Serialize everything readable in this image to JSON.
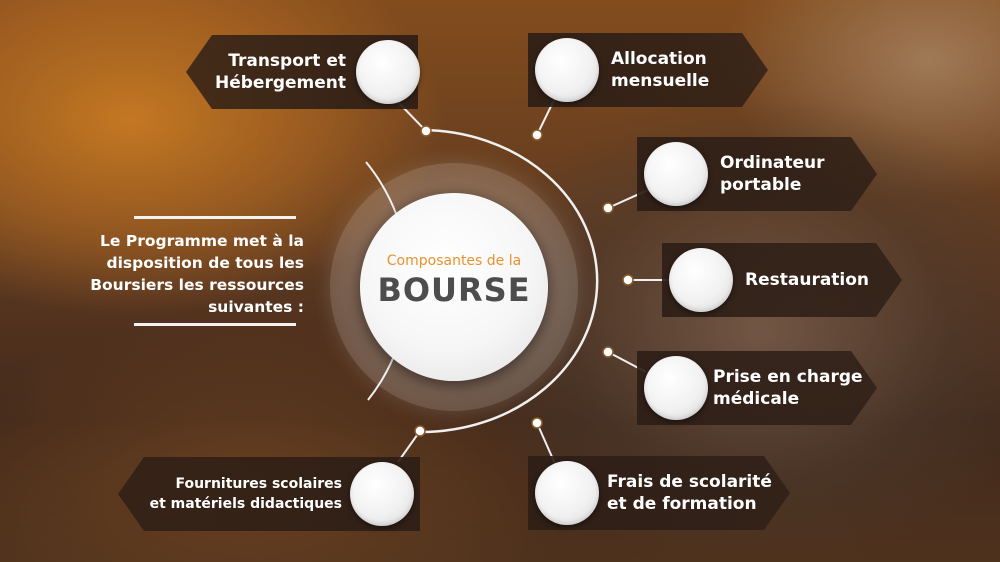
{
  "center": {
    "subtitle": "Composantes de la",
    "title": "BOURSE"
  },
  "intro_text": "Le Programme met à la\ndisposition de tous les\nBoursiers les ressources\nsuivantes  :",
  "components": [
    {
      "id": "transport",
      "label": "Transport et\nHébergement"
    },
    {
      "id": "allocation",
      "label": "Allocation\nmensuelle"
    },
    {
      "id": "ordinateur",
      "label": "Ordinateur\nportable"
    },
    {
      "id": "restauration",
      "label": "Restauration"
    },
    {
      "id": "prise-en-charge",
      "label": "Prise en charge\nmédicale"
    },
    {
      "id": "frais",
      "label": "Frais de scolarité\net de formation"
    },
    {
      "id": "fournitures",
      "label": "Fournitures scolaires\net matériels didactiques"
    }
  ],
  "colors": {
    "accent_orange": "#e8922e",
    "title_gray": "#4d4d4d",
    "tag_background": "#2d1e16"
  }
}
